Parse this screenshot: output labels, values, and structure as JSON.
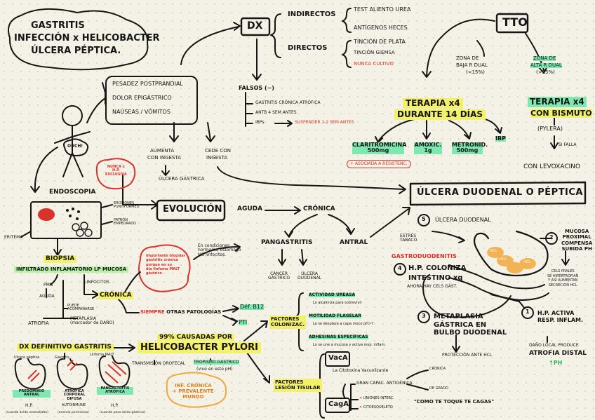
{
  "title": {
    "l1": "GASTRITIS",
    "l2": "INFECCIÓN x HELICOBACTER",
    "l3": "ÚLCERA PÉPTICA."
  },
  "dx": {
    "label": "DX",
    "indirectos": "INDIRECTOS",
    "directos": "DIRECTOS",
    "ind_items": [
      "TEST ALIENTO UREA",
      "ANTÍGENOS HECES"
    ],
    "dir_items": [
      "TINCIÓN DE PLATA",
      "TINCIÓN GIEMSA",
      "NUNCA CULTIVO"
    ],
    "falsos": "FALSOS (−)",
    "falsos_items": [
      "GASTRITIS CRÓNICA ATRÓFICA",
      "ANTB 4 SEM ANTES",
      "IBPs"
    ],
    "suspender": "SUSPENDER 1-2 SEM ANTES"
  },
  "tto": {
    "label": "TTO",
    "zona_baja": [
      "ZONA DE",
      "BAJA R DUAL",
      "(<15%)"
    ],
    "zona_alta": [
      "ZONA DE",
      "ALTA R DUAL",
      "(>15%)"
    ],
    "terapia1": "TERAPIA x4",
    "durante": "DURANTE 14 DÍAS",
    "drugs": [
      "CLARITROMICINA 500mg",
      "AMOXIC. 1g",
      "METRONID. 500mg",
      "IBP"
    ],
    "asociada": "+ ASOCIADA A RESISTENC.",
    "terapia2": "TERAPIA x4",
    "con_bismuto": "CON BISMUTO",
    "pylera": "(PYLERA)",
    "si_falla": "SI FALLA",
    "levo": "CON LEVOXACINO"
  },
  "symptoms": {
    "items": [
      "PESADEZ POSTPRANDIAL",
      "DOLOR EPIGÁSTRICO",
      "NAÚSEAS / VÓMITOS"
    ],
    "ouch": "OUCH!",
    "aumenta": [
      "AUMENTA",
      "CON INGESTA"
    ],
    "cede": [
      "CEDE CON",
      "INGESTA"
    ],
    "ulc_gastrica": "ÚLCERA GÁSTRICA"
  },
  "endoscopia": {
    "label": "ENDOSCOPIA",
    "nunca": [
      "NUNCA x",
      "H.P.",
      "EXCLUSIVA"
    ],
    "erosiones": "EROSIONES PUNTIFORMES",
    "patron": "PATRÓN EMPEDRADO",
    "eritema": "ERITEMA"
  },
  "evolucion": {
    "label": "EVOLUCIÓN",
    "aguda": "AGUDA",
    "cronica": "CRÓNICA",
    "pangastritis": "PANGASTRITIS",
    "antral": "ANTRAL",
    "cancer": [
      "CÁNCER",
      "GÁSTRICO"
    ],
    "ulcera": [
      "ÚLCERA",
      "DUODENAL"
    ]
  },
  "biopsia": {
    "label": "BIOPSIA",
    "infiltrado": "INFILTRADO INFLAMATORIO LP MUCOSA",
    "pmn": "PMN",
    "aguda": "AGUDA",
    "linfocitos": "LINFOCITOS",
    "cronica": "CRÓNICA",
    "puede": [
      "PUEDE",
      "ACOMPAÑARSE"
    ],
    "atrofia": "ATROFIA",
    "metaplasia": [
      "METAPLASIA",
      "(marcador de DAÑO)"
    ],
    "dx_def": "DX DEFINITIVO GASTRITIS",
    "importante": [
      "Importante biopsiar",
      "gastritis crónica",
      "porque en su",
      "día linfoma MALT",
      "gástrico"
    ],
    "condiciones": [
      "En condiciones",
      "normales, estómago",
      "NO linfocitos."
    ],
    "siempre": "SIEMPRE",
    "otras": "OTRAS PATOLOGÍAS",
    "def_b12": "Déf. B12",
    "pti": "PTI"
  },
  "causas": {
    "pct": "99% CAUSADAS POR",
    "hp": "HELICOBACTER PYLORI",
    "transmision": "TRANSMISIÓN OROFECAL",
    "tropismo": "TROPISMO GÁSTRICO",
    "vive": "(vive en este pH)",
    "inf_cronica": [
      "INF. CRÓNICA",
      "+ PREVALENTE",
      "MUNDO"
    ]
  },
  "stomachs": {
    "labels": [
      "Ulcera péptica",
      "Gastritis",
      "Linfoma MALT"
    ],
    "tipos": [
      "PREDOMINIO ANTRAL",
      "ATRÓFICA CORPORAL DIFUSA",
      "PANGASTRITIS ATRÓFICA"
    ],
    "causas": [
      "H.P.",
      "AUTOINMUNE",
      "H.P."
    ],
    "notas": [
      "(cuando ácido normal/alto)",
      "(anemia perniciosa)",
      "(cuando poco ácido gástrico)"
    ]
  },
  "factores": {
    "colonizac": [
      "FACTORES",
      "COLONIZAC."
    ],
    "lesion": [
      "FACTORES",
      "LESIÓN TISULAR"
    ],
    "items": [
      {
        "h": "ACTIVIDAD UREASA",
        "d": "Lo alcaliniza para sobrevivir"
      },
      {
        "h": "MOTILIDAD FLAGELAR",
        "d": "Lo se desplaza a capa moco pH>7"
      },
      {
        "h": "ADHESINAS ESPECÍFICAS",
        "d": "Lo se une a mucosa y activa resp. inflam."
      }
    ],
    "vaca": "VacA",
    "vaca_desc": "La Citotoxina Vacuolizante",
    "caga": "CagA",
    "gran": "GRAN CAPAC. ANTIGÉNICA",
    "cronica_side": "CRÓNICA",
    "grado": "DE GRADO",
    "uniones": "UNIONES INTERC.",
    "cito": "CITOESQUELETO",
    "como": "\"COMO TE TOQUE TE CAGAS\""
  },
  "duodenal": {
    "title": "ÚLCERA DUODENAL O PÉPTICA",
    "s5": "ÚLCERA DUODENAL",
    "estres": [
      "ESTRÉS",
      "TABACO"
    ],
    "gastroduo": "GASTRODUODENITIS",
    "s4": [
      "H.P. COLONIZA",
      "INTESTINO xq",
      "AHORA HAY CELS GÁST."
    ],
    "s3": [
      "METAPLASIA",
      "GÁSTRICA EN",
      "BULBO DUODENAL"
    ],
    "proteccion": "PROTECCIÓN ANTE HCL",
    "s2": [
      "MUCOSA",
      "PROXIMAL",
      "COMPENSA",
      "SUBIDA PH"
    ],
    "cels": [
      "CELS PRALES",
      "SE HIPERTROFIAN",
      "Y ASÍ AUMENTAN",
      "SECRECIÓN HCL"
    ],
    "s1": [
      "H.P. ACTIVA",
      "RESP. INFLAM."
    ],
    "dano": "DAÑO LOCAL PRODUCE",
    "atrofia": "ATROFIA DISTAL",
    "ph": "↑PH",
    "hcl": "HCL",
    "nums": [
      "5",
      "4",
      "3",
      "2",
      "1"
    ]
  },
  "colors": {
    "yellow": "#f3f06a",
    "green": "#7de8b0",
    "red": "#d9332b",
    "stroke": "#151515"
  }
}
